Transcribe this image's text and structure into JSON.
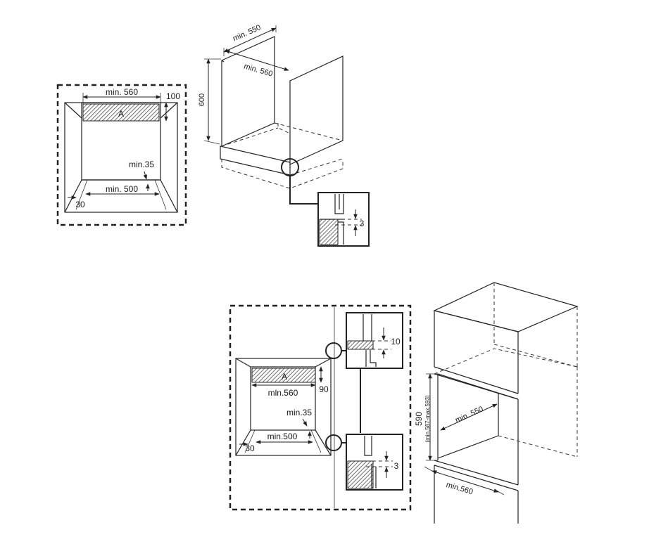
{
  "diagram_1": {
    "width_label": "min. 560",
    "top_gap_label": "100",
    "area_label": "A",
    "vent_label": "min.35",
    "bottom_width_label": "min. 500",
    "side_label": "30"
  },
  "diagram_2": {
    "depth_label": "min. 550",
    "inner_width_label": "min. 560",
    "height_label": "600"
  },
  "detail_1": {
    "gap_label": "3"
  },
  "diagram_3": {
    "area_label": "A",
    "top_gap_label": "90",
    "width_label": "mln.560",
    "vent_label": "min.35",
    "bottom_width_label": "min.500",
    "side_label": "30"
  },
  "detail_2": {
    "gap_label": "10"
  },
  "detail_3": {
    "gap_label": "3"
  },
  "diagram_4": {
    "height_label": "590",
    "height_range_label": "(min.587-max.593)",
    "depth_label": "min. 550",
    "width_label": "min.560"
  }
}
